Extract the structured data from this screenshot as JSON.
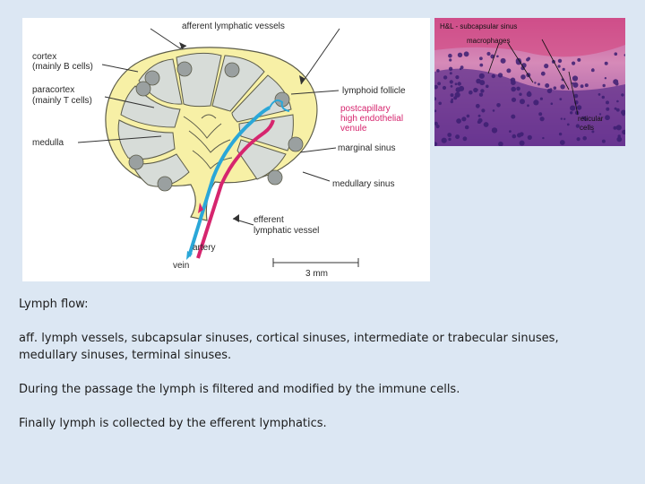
{
  "diagram": {
    "labels": {
      "afferent": "afferent lymphatic vessels",
      "cortex_1": "cortex",
      "cortex_2": "(mainly B cells)",
      "paracortex_1": "paracortex",
      "paracortex_2": "(mainly T cells)",
      "medulla": "medulla",
      "lymphoid_follicle": "lymphoid follicle",
      "postcapillary_1": "postcapillary",
      "postcapillary_2": "high endothelial",
      "postcapillary_3": "venule",
      "marginal_sinus": "marginal sinus",
      "medullary_sinus": "medullary sinus",
      "efferent_1": "efferent",
      "efferent_2": "lymphatic vessel",
      "artery": "artery",
      "vein": "vein",
      "scale": "3 mm"
    },
    "colors": {
      "capsule": "#f7f0a6",
      "lobule": "#d7dcd8",
      "follicle": "#9aa0a0",
      "artery": "#d6256e",
      "vein": "#2aa7d8"
    }
  },
  "micrograph": {
    "labels": {
      "title": "H&L - subcapsular sinus",
      "macrophages": "macrophages",
      "reticular_1": "reticular",
      "reticular_2": "cells"
    }
  },
  "text": {
    "heading": "Lymph flow:",
    "para1_line1": "aff. lymph vessels,  subcapsular sinuses, cortical sinuses, intermediate or trabecular sinuses,",
    "para1_line2": "medullary sinuses, terminal sinuses.",
    "para2": "During the passage the lymph is filtered and modified by the immune cells.",
    "para3": "Finally lymph is collected by the efferent lymphatics."
  }
}
